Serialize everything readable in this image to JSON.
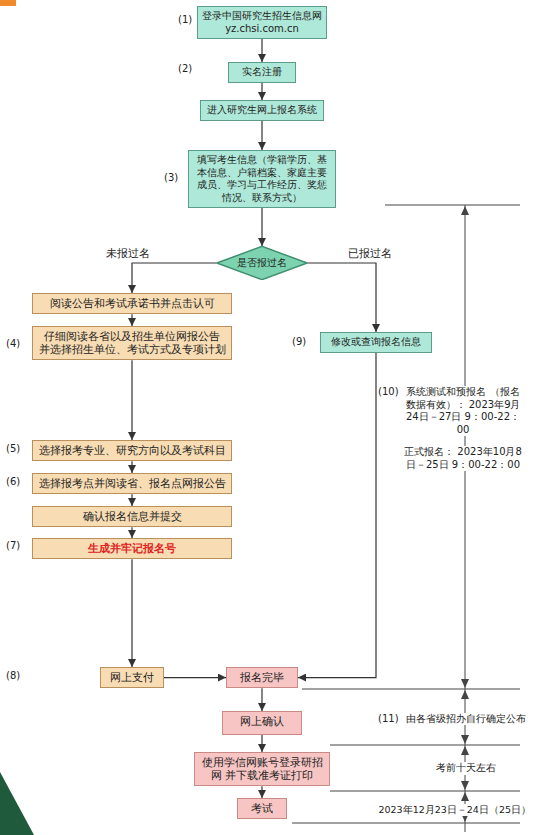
{
  "diagram": {
    "nodes": [
      {
        "text": [
          "登录中国研究生招生信息网",
          "yz.chsi.com.cn"
        ]
      },
      {
        "text": [
          "实名注册"
        ]
      },
      {
        "text": [
          "进入研究生网上报名系统"
        ]
      },
      {
        "text": [
          "填写考生信息（学籍学历、基本信息、户籍档案、家庭主要成员、学习与工作经历、奖惩情况、联系方式）"
        ]
      },
      {
        "text": [
          "是否报过名"
        ]
      },
      {
        "text": [
          "阅读公告和考试承诺书并点击认可"
        ]
      },
      {
        "text": [
          "仔细阅读各省以及招生单位网报公告 并选择招生单位、考试方式及专项计划"
        ]
      },
      {
        "text": [
          "修改或查询报名信息"
        ]
      },
      {
        "text": [
          "选择报考专业、研究方向以及考试科目"
        ]
      },
      {
        "text": [
          "选择报考点并阅读省、报名点网报公告"
        ]
      },
      {
        "text": [
          "确认报名信息并提交"
        ]
      },
      {
        "text": [
          "生成并牢记报名号"
        ]
      },
      {
        "text": [
          "网上支付"
        ]
      },
      {
        "text": [
          "报名完毕"
        ]
      },
      {
        "text": [
          "网上确认"
        ]
      },
      {
        "text": [
          "使用学信网账号登录研招网 并下载准考证打印"
        ]
      },
      {
        "text": [
          "考试"
        ]
      }
    ],
    "edges": [
      {
        "from": 0,
        "to": 1,
        "arrow": "to"
      },
      {
        "from": 1,
        "to": 2,
        "arrow": "to"
      },
      {
        "from": 2,
        "to": 3,
        "arrow": "to"
      },
      {
        "from": 3,
        "to": 4,
        "arrow": "to"
      },
      {
        "from": 4,
        "to": 5,
        "label": "未报过名",
        "arrow": "to"
      },
      {
        "from": 4,
        "to": 7,
        "label": "已报过名",
        "arrow": "to"
      },
      {
        "from": 5,
        "to": 6,
        "arrow": "to"
      },
      {
        "from": 6,
        "to": 8,
        "arrow": "to"
      },
      {
        "from": 8,
        "to": 9,
        "arrow": "to"
      },
      {
        "from": 9,
        "to": 10,
        "arrow": "to"
      },
      {
        "from": 10,
        "to": 11,
        "arrow": "to"
      },
      {
        "from": 11,
        "to": 12,
        "arrow": "to"
      },
      {
        "from": 12,
        "to": 13,
        "arrow": "to"
      },
      {
        "from": 7,
        "to": 13,
        "arrow": "to"
      },
      {
        "from": 13,
        "to": 14,
        "arrow": "to"
      },
      {
        "from": 14,
        "to": 15,
        "arrow": "to"
      },
      {
        "from": 15,
        "to": 16,
        "arrow": "to"
      }
    ],
    "labels": [
      "(1)",
      "(2)",
      "(3)",
      "(4)",
      "(9)",
      "(5)",
      "(6)",
      "(7)",
      "(8)",
      "(10)",
      "系统测试和预报名 （报名数据有效）： 2023年9月24日－27日 9：00-22：00",
      "正式报名： 2023年10月8日－25日 9：00-22：00",
      "(11)",
      "由各省级招办自行确定公布",
      "考前十天左右",
      "2023年12月23日－24日（25日）"
    ]
  }
}
